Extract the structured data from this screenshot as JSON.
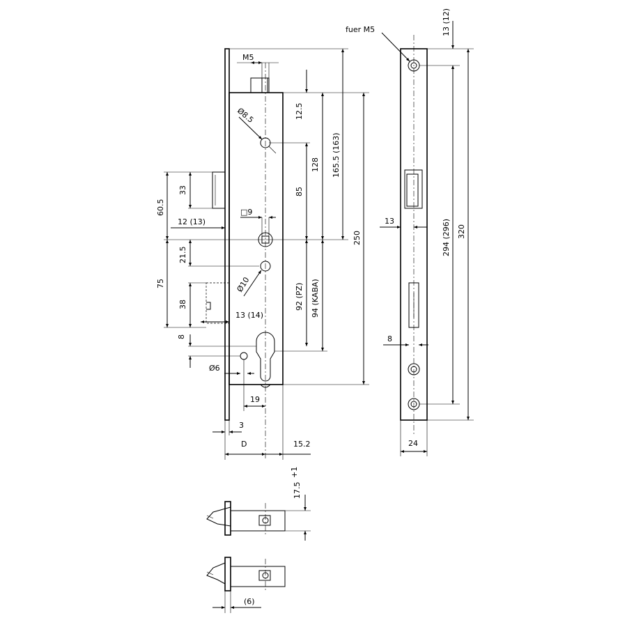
{
  "drawing": {
    "background": "#ffffff",
    "line_color": "#000000",
    "labels": {
      "m5_top": "M5",
      "d85": "Ø8.5",
      "d125": "12.5",
      "d85v": "85",
      "d128": "128",
      "d1655": "165.5 (163)",
      "d250": "250",
      "sq9": "□9",
      "d33": "33",
      "d605": "60.5",
      "d1213": "12 (13)",
      "d215": "21.5",
      "d75": "75",
      "d38": "38",
      "d10": "Ø10",
      "d1314": "13 (14)",
      "d92": "92 (PZ)",
      "d94": "94 (KABA)",
      "d8l": "8",
      "d6": "Ø6",
      "d19": "19",
      "d3": "3",
      "dD": "D",
      "d152": "15.2",
      "fuer_m5": "fuer M5",
      "d1312": "13 (12)",
      "d13r": "13",
      "d294": "294 (296)",
      "d320": "320",
      "d8r": "8",
      "d24": "24",
      "d175": "17.5",
      "d175sup": "+1",
      "d6p": "(6)"
    }
  }
}
